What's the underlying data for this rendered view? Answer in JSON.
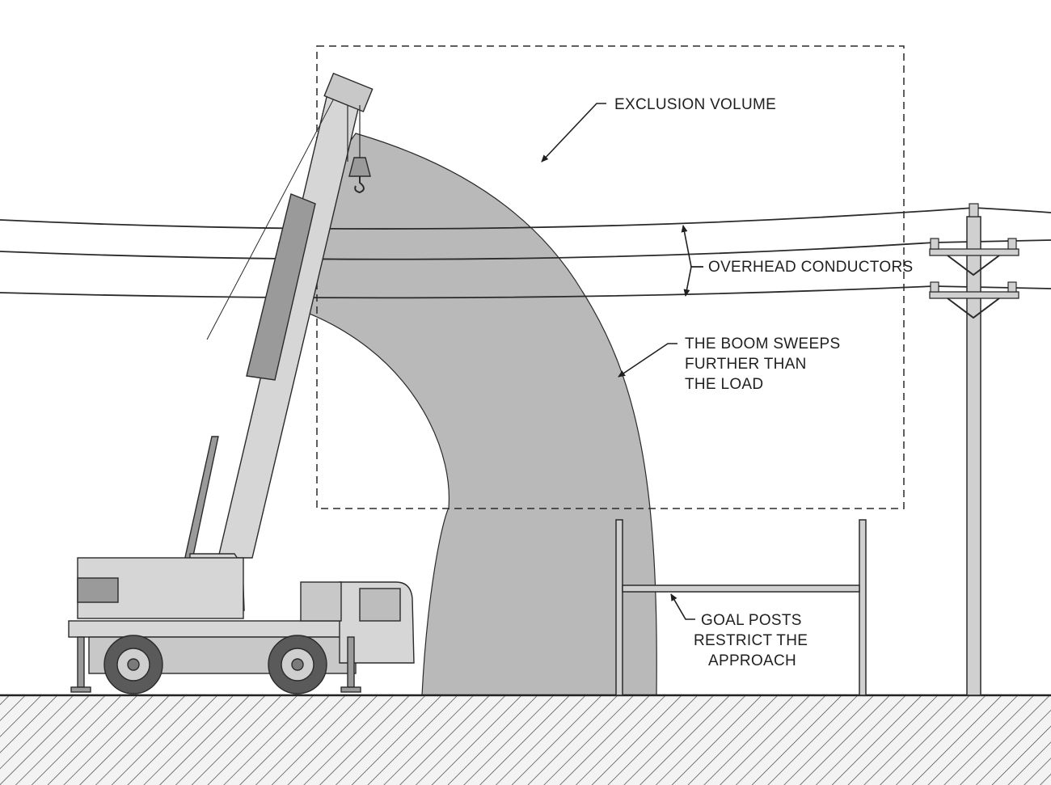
{
  "labels": {
    "exclusion_volume": "EXCLUSION VOLUME",
    "overhead_conductors": "OVERHEAD CONDUCTORS",
    "boom_sweeps": [
      "THE BOOM SWEEPS",
      "FURTHER THAN",
      "THE LOAD"
    ],
    "goal_posts": [
      "GOAL POSTS",
      "RESTRICT THE",
      "APPROACH"
    ]
  },
  "colors": {
    "sweep_fill": "#b9b9b9",
    "line": "#2a2a2a",
    "ground_fill": "#f3f3f3",
    "crane_body": "#d6d6d6",
    "crane_dark": "#7d7d7d"
  }
}
